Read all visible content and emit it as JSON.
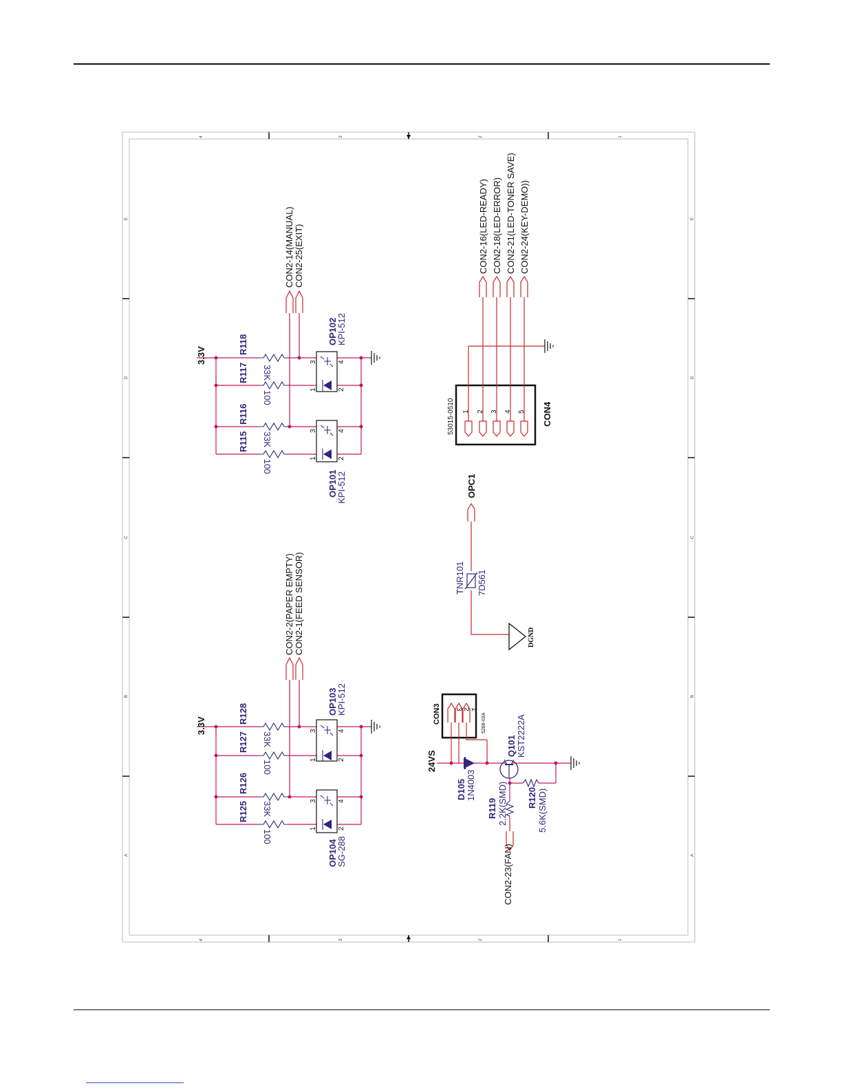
{
  "frame": {
    "column_labels": [
      "4",
      "3",
      "2",
      "1"
    ],
    "row_labels": [
      "E",
      "D",
      "C",
      "B",
      "A"
    ]
  },
  "nets": {
    "v33_top": "3.3V",
    "v33_bottom": "3.3V",
    "v24": "24VS",
    "dgnd": "DGND"
  },
  "signals": {
    "manual": "CON2-14(MANUAL)",
    "exit": "CON2-25(EXIT)",
    "paper_empty": "CON2-2(PAPER EMPTY)",
    "feed_sensor": "CON2-1(FEED SENSOR)",
    "opc1": "OPC1",
    "fan": "CON2-23(FAN)",
    "led_ready": "CON2-16(LED-READY)",
    "led_error": "CON2-18(LED-ERROR)",
    "led_toner_save": "CON2-21(LED-TONER SAVE)",
    "key_demo": "CON2-24(KEY-DEMO))"
  },
  "resistors": {
    "r118": {
      "ref": "R118"
    },
    "r117": {
      "ref": "R117",
      "value": "33K"
    },
    "r117b": {
      "value": "100"
    },
    "r116": {
      "ref": "R116"
    },
    "r115": {
      "ref": "R115",
      "value": "33K"
    },
    "r115b": {
      "value": "100"
    },
    "r128": {
      "ref": "R128"
    },
    "r127": {
      "ref": "R127",
      "value": "33K"
    },
    "r127b": {
      "value": "100"
    },
    "r126": {
      "ref": "R126"
    },
    "r125": {
      "ref": "R125",
      "value": "33K"
    },
    "r125b": {
      "value": "100"
    },
    "r119": {
      "ref": "R119",
      "value": "2.2K(SMD)"
    },
    "r120": {
      "ref": "R120",
      "value": "5.6K(SMD)"
    }
  },
  "sensors": {
    "op102": {
      "ref": "OP102",
      "part": "KPI-512"
    },
    "op101": {
      "ref": "OP101",
      "part": "KPI-512"
    },
    "op103": {
      "ref": "OP103",
      "part": "KPI-512"
    },
    "op104": {
      "ref": "OP104",
      "part": "SG-288"
    },
    "pins": {
      "p1": "1",
      "p2": "2",
      "p3": "3",
      "p4": "4"
    }
  },
  "con4": {
    "ref": "CON4",
    "part": "53015-0510",
    "pins": [
      "1",
      "2",
      "3",
      "4",
      "5"
    ]
  },
  "con3": {
    "ref": "CON3",
    "part": "5268-03A",
    "pins": [
      "3",
      "2",
      "1"
    ]
  },
  "tnr101": {
    "ref": "TNR101",
    "value": "7D561"
  },
  "d105": {
    "ref": "D105",
    "part": "1N4003"
  },
  "q101": {
    "ref": "Q101",
    "part": "KST2222A"
  },
  "colors": {
    "wire": "#c2185b",
    "component": "#33257a",
    "frame": "#111111"
  }
}
